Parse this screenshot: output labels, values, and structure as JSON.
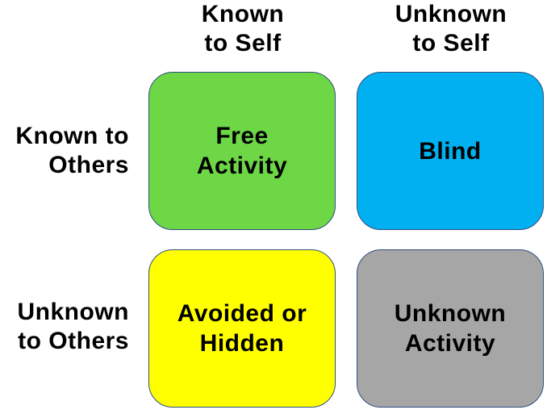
{
  "column_headers": [
    {
      "line1": "Known",
      "line2": "to Self"
    },
    {
      "line1": "Unknown",
      "line2": "to Self"
    }
  ],
  "row_headers": [
    {
      "line1": "Known to",
      "line2": "Others"
    },
    {
      "line1": "Unknown",
      "line2": "to Others"
    }
  ],
  "quadrants": [
    {
      "line1": "Free",
      "line2": "Activity",
      "color": "#6dd746"
    },
    {
      "line1": "Blind",
      "line2": "",
      "color": "#00b0f0"
    },
    {
      "line1": "Avoided or",
      "line2": "Hidden",
      "color": "#ffff00"
    },
    {
      "line1": "Unknown",
      "line2": "Activity",
      "color": "#a6a6a6"
    }
  ]
}
